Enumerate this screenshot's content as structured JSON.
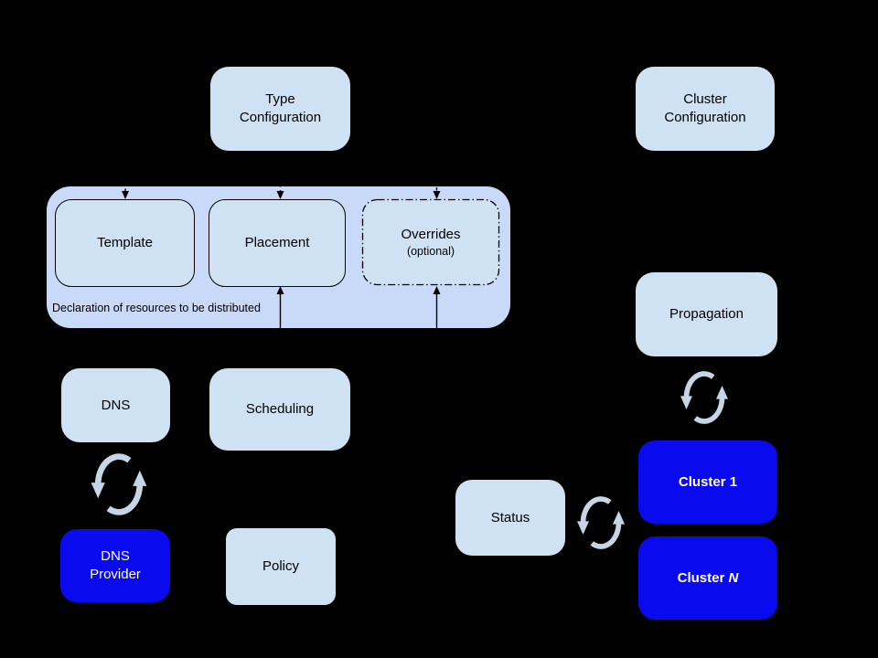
{
  "colors": {
    "background": "#000000",
    "node_fill": "#cfe2f3",
    "group_fill": "#c9daf8",
    "blue_fill": "#0a0aef",
    "sync_icon": "#c6d6e4",
    "connector": "#000000",
    "text_dark": "#000000",
    "text_light": "#ffffff"
  },
  "icons": {
    "sync": "sync-arrows-icon"
  },
  "nodes": {
    "type_configuration": {
      "label": "Type\nConfiguration"
    },
    "cluster_configuration": {
      "label": "Cluster\nConfiguration"
    },
    "template": {
      "label": "Template"
    },
    "placement": {
      "label": "Placement"
    },
    "overrides": {
      "label": "Overrides",
      "sublabel": "(optional)"
    },
    "declaration_group": {
      "caption": "Declaration of resources to be distributed"
    },
    "dns": {
      "label": "DNS"
    },
    "scheduling": {
      "label": "Scheduling"
    },
    "dns_provider": {
      "label": "DNS\nProvider"
    },
    "policy": {
      "label": "Policy"
    },
    "status": {
      "label": "Status"
    },
    "propagation": {
      "label": "Propagation"
    },
    "cluster_1": {
      "label": "Cluster 1"
    },
    "cluster_n": {
      "label_prefix": "Cluster ",
      "label_italic": "N"
    }
  }
}
